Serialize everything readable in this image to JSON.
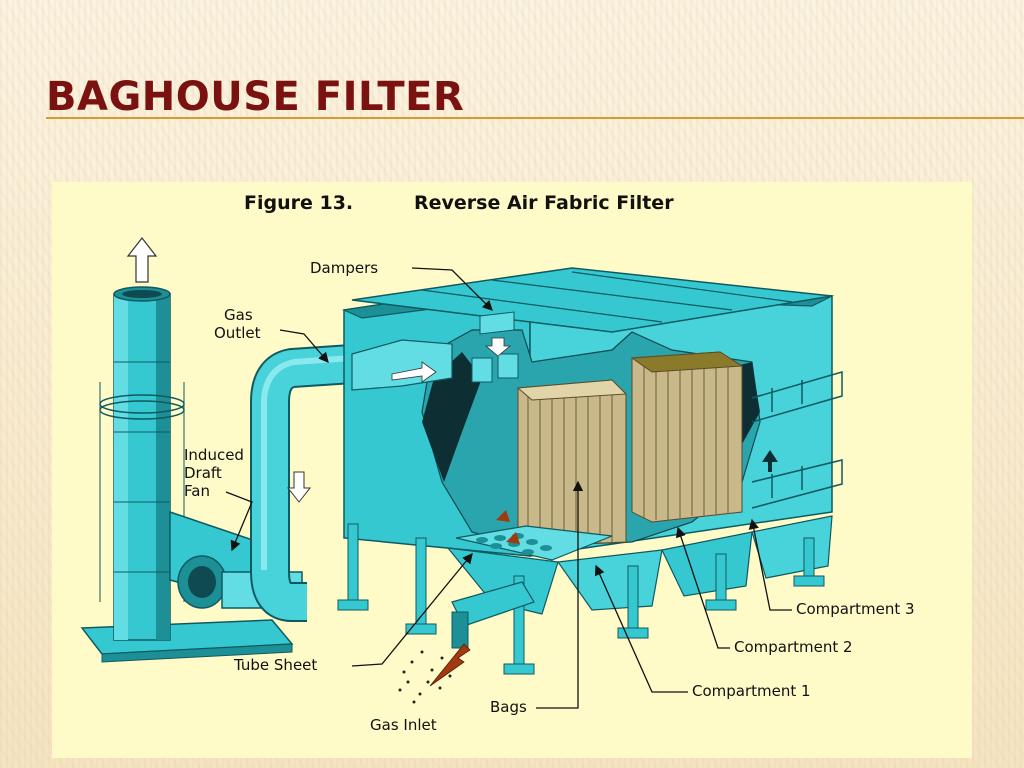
{
  "slide": {
    "title": "BAGHOUSE FILTER"
  },
  "figure": {
    "title_number": "Figure 13.",
    "title_text": "Reverse Air Fabric Filter",
    "labels": {
      "dampers": "Dampers",
      "gas_outlet_1": "Gas",
      "gas_outlet_2": "Outlet",
      "fan_1": "Induced",
      "fan_2": "Draft",
      "fan_3": "Fan",
      "tube_sheet": "Tube Sheet",
      "gas_inlet": "Gas Inlet",
      "bags": "Bags",
      "compartment_1": "Compartment 1",
      "compartment_2": "Compartment 2",
      "compartment_3": "Compartment 3"
    },
    "colors": {
      "equipment": "#36c8d0",
      "equipment_dark": "#1d8f96",
      "bags": "#c8b88a",
      "arrow_flow": "#a23a10",
      "background": "#fffbc8"
    }
  }
}
